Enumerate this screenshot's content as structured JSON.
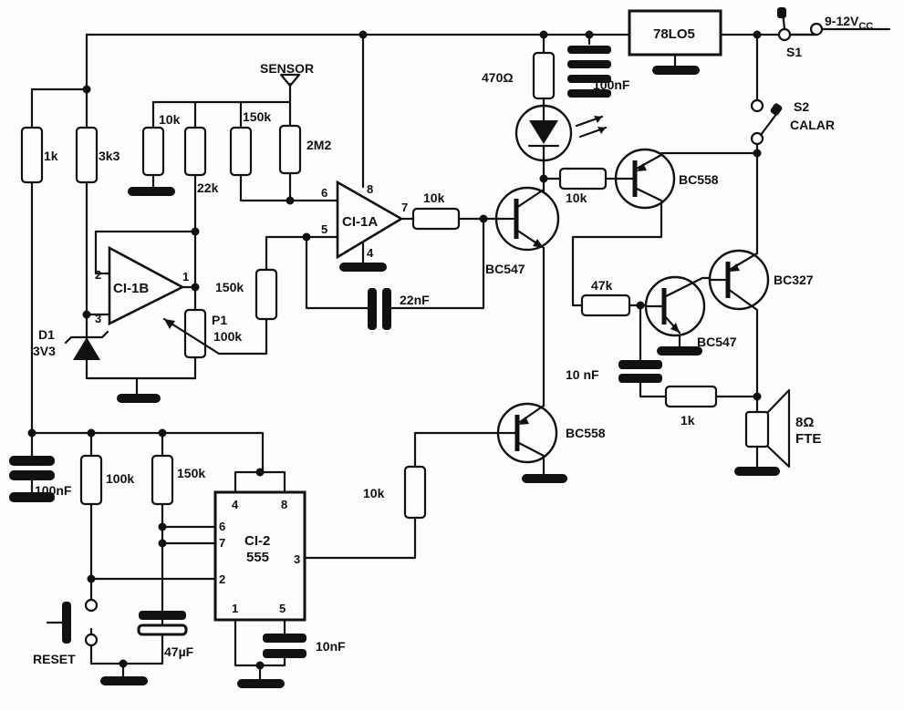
{
  "labels": {
    "r1": "1k",
    "r2": "3k3",
    "r3": "10k",
    "r4": "22k",
    "r5": "150k",
    "r6": "2M2",
    "sensor": "SENSOR",
    "ci1b": "CI-1B",
    "ci1a": "CI-1A",
    "r7": "10k",
    "r8": "150k",
    "p1": "P1",
    "p1_val": "100k",
    "d1": "D1",
    "d1_val": "3V3",
    "c_22n": "22nF",
    "q_bc547_1": "BC547",
    "r_470": "470Ω",
    "c_100n_top": "100nF",
    "reg": "78LO5",
    "s1": "S1",
    "supply": "9-12V",
    "supply_sub": "CC",
    "s2": "S2",
    "calar": "CALAR",
    "r9": "10k",
    "q_bc558_1": "BC558",
    "r10": "47k",
    "q_bc547_2": "BC547",
    "q_bc327": "BC327",
    "c_10n_mid": "10 nF",
    "r11": "1k",
    "spk": "8Ω",
    "spk_type": "FTE",
    "q_bc558_2": "BC558",
    "r12": "10k",
    "c_100n_left": "100nF",
    "r13": "100k",
    "r14": "150k",
    "ci2": "CI-2",
    "ci2_type": "555",
    "reset": "RESET",
    "c_47u": "47µF",
    "c_10n_bot": "10nF",
    "pins": {
      "a6": "6",
      "a5": "5",
      "a8": "8",
      "a4": "4",
      "a7": "7",
      "b2": "2",
      "b3": "3",
      "b1": "1",
      "c4": "4",
      "c8": "8",
      "c6": "6",
      "c7": "7",
      "c2": "2",
      "c3": "3",
      "c1": "1",
      "c5": "5"
    }
  }
}
